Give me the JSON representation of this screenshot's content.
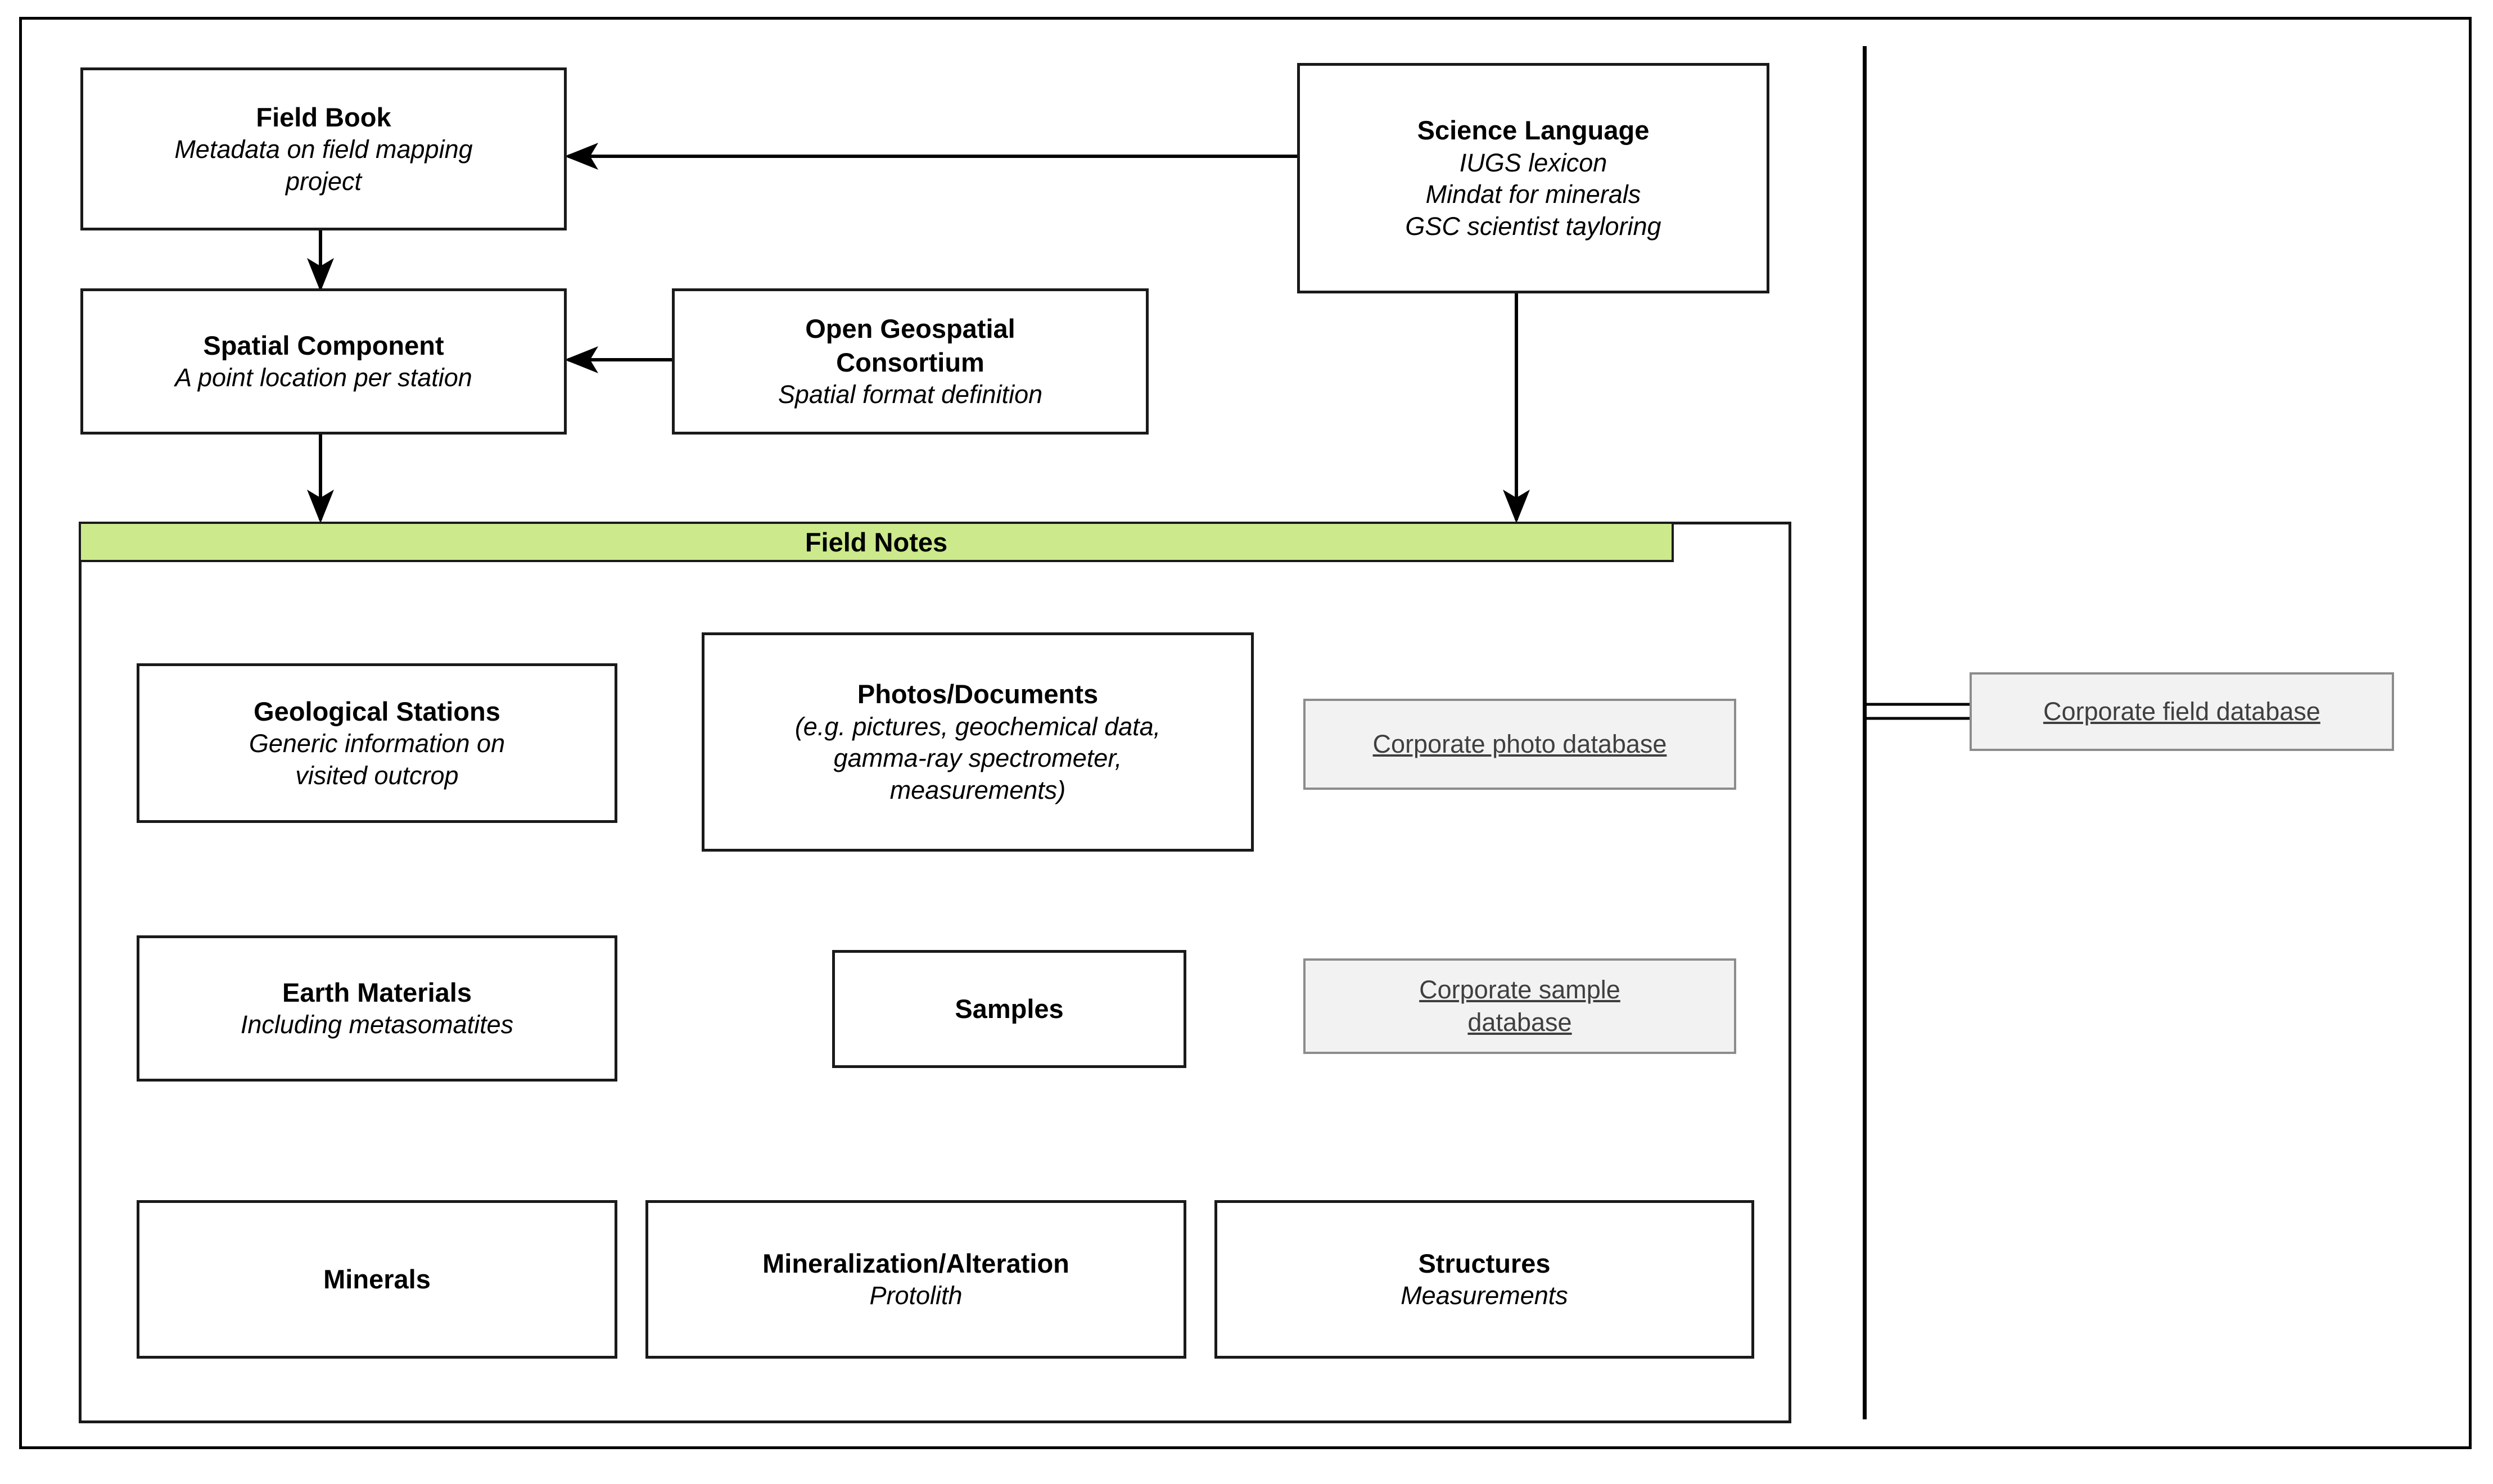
{
  "diagram": {
    "title": "Field Notes data model",
    "colors": {
      "panel_header_green": "#cce98c",
      "box_border": "#1a1a1a",
      "database_fill": "#f2f2f2",
      "database_border": "#8c8c8c",
      "database_text": "#3f3f3f",
      "connector": "#000000"
    }
  },
  "nodes": {
    "field_book": {
      "title": "Field Book",
      "subtitle": "Metadata on field mapping\nproject"
    },
    "science_language": {
      "title": "Science Language",
      "subtitle": "IUGS lexicon\nMindat for minerals\nGSC scientist tayloring"
    },
    "spatial_component": {
      "title": "Spatial Component",
      "subtitle": "A point location per station"
    },
    "open_geospatial_consortium": {
      "title": "Open Geospatial\nConsortium",
      "subtitle": "Spatial format definition"
    },
    "field_notes_panel": {
      "title": "Field Notes"
    },
    "geological_stations": {
      "title": "Geological Stations",
      "subtitle": "Generic information on\nvisited outcrop"
    },
    "photos_documents": {
      "title": "Photos/Documents",
      "subtitle": "(e.g. pictures, geochemical data,\ngamma-ray spectrometer,\nmeasurements)"
    },
    "earth_materials": {
      "title": "Earth Materials",
      "subtitle": "Including metasomatites"
    },
    "samples": {
      "title": "Samples",
      "subtitle": ""
    },
    "minerals": {
      "title": "Minerals",
      "subtitle": ""
    },
    "mineralization_alteration": {
      "title": "Mineralization/Alteration",
      "subtitle": "Protolith"
    },
    "structures": {
      "title": "Structures",
      "subtitle": "Measurements"
    }
  },
  "databases": {
    "corporate_photo_database": {
      "label": "Corporate photo database"
    },
    "corporate_sample_database": {
      "label": "Corporate sample\ndatabase"
    },
    "corporate_field_database": {
      "label": "Corporate field database"
    }
  },
  "connections": [
    {
      "from": "science_language",
      "to": "field_book",
      "type": "arrow-left"
    },
    {
      "from": "field_book",
      "to": "spatial_component",
      "type": "arrow-down"
    },
    {
      "from": "open_geospatial_consortium",
      "to": "spatial_component",
      "type": "arrow-left"
    },
    {
      "from": "spatial_component",
      "to": "field_notes_panel",
      "type": "arrow-down"
    },
    {
      "from": "science_language",
      "to": "field_notes_panel",
      "type": "arrow-down"
    },
    {
      "from": "geological_stations",
      "to": "photos_documents",
      "type": "arrow-right"
    },
    {
      "from": "geological_stations",
      "to": "earth_materials",
      "type": "arrow-down"
    },
    {
      "from": "photos_documents",
      "to": "corporate_photo_database",
      "type": "link-double"
    },
    {
      "from": "earth_materials",
      "to": "samples",
      "type": "arrow-right"
    },
    {
      "from": "samples",
      "to": "photos_documents",
      "type": "arrow-up"
    },
    {
      "from": "samples",
      "to": "corporate_sample_database",
      "type": "link-double"
    },
    {
      "from": "earth_materials",
      "to": "minerals",
      "type": "arrow-down"
    },
    {
      "from": "earth_materials",
      "to": "mineralization_alteration",
      "type": "arrow-down-branch"
    },
    {
      "from": "earth_materials",
      "to": "structures",
      "type": "arrow-down-branch"
    },
    {
      "from": "divider",
      "to": "corporate_field_database",
      "type": "link-double"
    }
  ]
}
